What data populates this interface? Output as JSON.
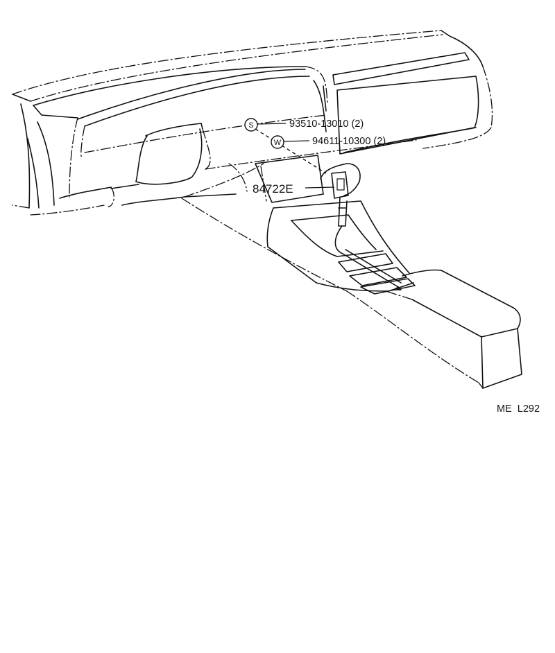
{
  "callouts": [
    {
      "symbol": "S",
      "part_number": "93510-13010 (2)"
    },
    {
      "symbol": "W",
      "part_number": "94611-10300 (2)"
    }
  ],
  "main_part": "84722E",
  "figure_code": "ME  L292"
}
